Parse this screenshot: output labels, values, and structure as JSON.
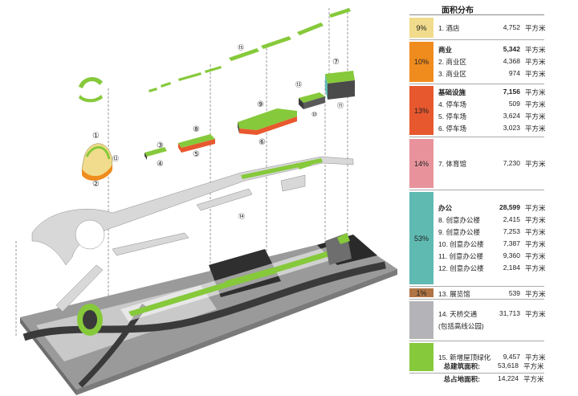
{
  "legend": {
    "title": "面积分布",
    "unit": "平方米",
    "groups": [
      {
        "percent": "9%",
        "color": "#f0dc8c",
        "rows": [
          {
            "label": "1. 酒店",
            "value": "4,752",
            "head": false
          }
        ]
      },
      {
        "percent": "10%",
        "color": "#f08c1e",
        "rows": [
          {
            "label": "商业",
            "value": "5,342",
            "head": true
          },
          {
            "label": "2. 商业区",
            "value": "4,368",
            "head": false
          },
          {
            "label": "3. 商业区",
            "value": "974",
            "head": false
          }
        ]
      },
      {
        "percent": "13%",
        "color": "#e8582e",
        "rows": [
          {
            "label": "基础设施",
            "value": "7,156",
            "head": true
          },
          {
            "label": "4. 停车场",
            "value": "509",
            "head": false
          },
          {
            "label": "5. 停车场",
            "value": "3,624",
            "head": false
          },
          {
            "label": "6. 停车场",
            "value": "3,023",
            "head": false
          }
        ]
      },
      {
        "percent": "14%",
        "color": "#e8939c",
        "rows": [
          {
            "label": "7. 体育馆",
            "value": "7,230",
            "head": false
          }
        ]
      },
      {
        "percent": "53%",
        "color": "#5fbab2",
        "rows": [
          {
            "label": "办公",
            "value": "28,599",
            "head": true
          },
          {
            "label": "8. 创意办公楼",
            "value": "2,415",
            "head": false
          },
          {
            "label": "9. 创意办公楼",
            "value": "7,253",
            "head": false
          },
          {
            "label": "10. 创意办公楼",
            "value": "7,387",
            "head": false
          },
          {
            "label": "11. 创意办公楼",
            "value": "9,360",
            "head": false
          },
          {
            "label": "12. 创意办公楼",
            "value": "2,184",
            "head": false
          }
        ]
      },
      {
        "percent": "1%",
        "color": "#b07444",
        "rows": [
          {
            "label": "13. 展览馆",
            "value": "539",
            "head": false
          }
        ]
      },
      {
        "percent": "",
        "color": "#b4b4b8",
        "rows": [
          {
            "label": "14. 天桥交通",
            "value": "31,713",
            "head": false
          },
          {
            "label": "(包括高线公园)",
            "value": "",
            "head": false
          }
        ]
      },
      {
        "percent": "",
        "color": "#86c93a",
        "rows": [
          {
            "label": "15. 新增屋顶绿化",
            "value": "9,457",
            "head": false
          }
        ]
      }
    ],
    "totals": [
      {
        "label": "总建筑面积:",
        "value": "53,618",
        "unit": "平方米"
      },
      {
        "label": "总占地面积:",
        "value": "14,224",
        "unit": "平方米"
      }
    ]
  },
  "diagram": {
    "callouts": [
      "①",
      "②",
      "③",
      "④",
      "⑤",
      "⑥",
      "⑦",
      "⑧",
      "⑨",
      "⑩",
      "⑪",
      "⑫",
      "⑬",
      "⑭",
      "⑮"
    ],
    "colors": {
      "green": "#86c93a",
      "orange": "#f08c1e",
      "red": "#e8582e",
      "grey": "#b4b4b8",
      "dark": "#3a3a3a",
      "pink": "#e8939c",
      "teal": "#5fbab2"
    }
  }
}
